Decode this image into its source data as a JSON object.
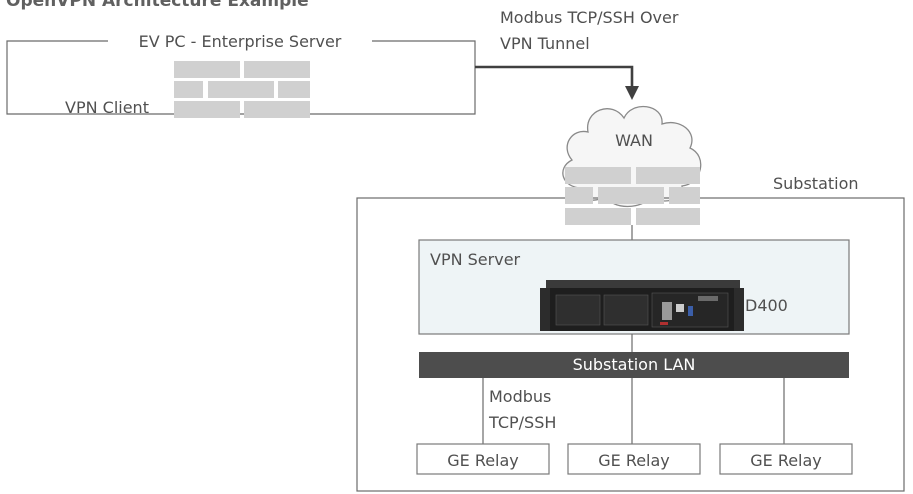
{
  "title": "OpenVPN Architecture Example",
  "client": {
    "label": "EV PC  - Enterprise Server",
    "vpn_label": "VPN Client"
  },
  "tunnel": {
    "line1": "Modbus TCP/SSH Over",
    "line2": "VPN  Tunnel"
  },
  "wan": {
    "label": "WAN"
  },
  "substation": {
    "label": "Substation",
    "vpn_server_label": "VPN Server",
    "device_label": "D400",
    "lan_label": "Substation LAN",
    "protocol_line1": "Modbus",
    "protocol_line2": "TCP/SSH",
    "relays": [
      "GE Relay",
      "GE Relay",
      "GE Relay"
    ]
  },
  "colors": {
    "brick": "#d0d0d0",
    "lan_bar": "#4d4d4d",
    "server_box": "#eef4f6",
    "arrow": "#404040"
  }
}
